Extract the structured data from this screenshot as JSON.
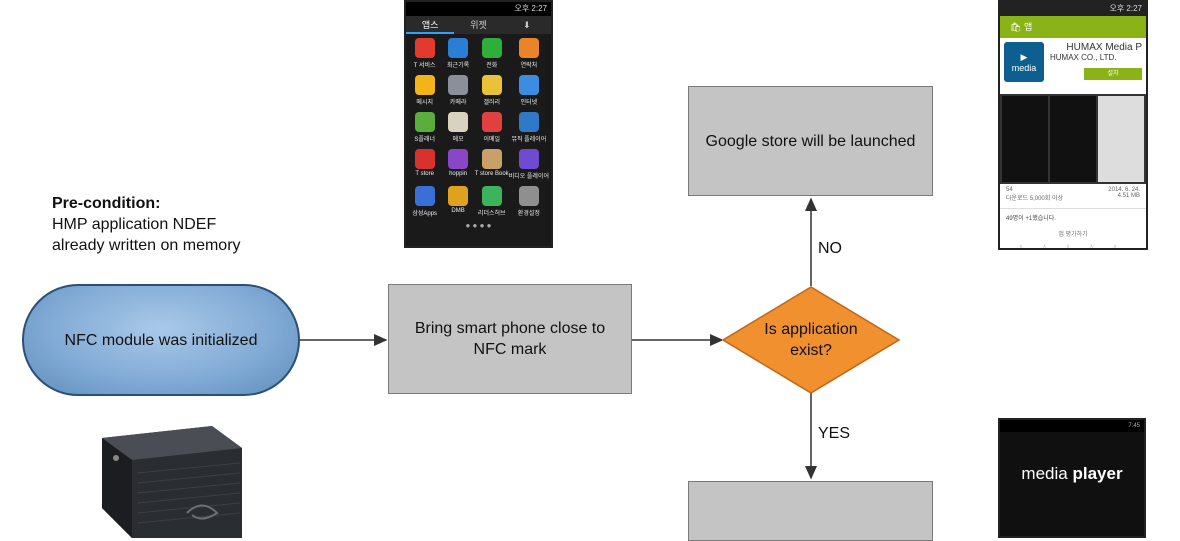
{
  "precondition": {
    "heading": "Pre-condition:",
    "line1": "HMP application NDEF",
    "line2": "already written on memory"
  },
  "nodes": {
    "start": "NFC module was initialized",
    "bring_line1": "Bring smart phone close to",
    "bring_line2": "NFC mark",
    "decision_line1": "Is application",
    "decision_line2": "exist?",
    "google": "Google store will be launched",
    "bottom": ""
  },
  "edges": {
    "no": "NO",
    "yes": "YES"
  },
  "phone_apps": {
    "status": "오후 2:27",
    "tab1": "앱스",
    "tab2": "위젯",
    "apps": [
      {
        "label": "T 서비스",
        "color": "#e23b2e"
      },
      {
        "label": "최근기록",
        "color": "#2a7fd4"
      },
      {
        "label": "전화",
        "color": "#2fae3b"
      },
      {
        "label": "연락처",
        "color": "#e8852a"
      },
      {
        "label": "메시지",
        "color": "#f2b416"
      },
      {
        "label": "카메라",
        "color": "#8a8f99"
      },
      {
        "label": "갤러리",
        "color": "#e9c23a"
      },
      {
        "label": "인터넷",
        "color": "#3a8de0"
      },
      {
        "label": "S플래너",
        "color": "#5aaf3c"
      },
      {
        "label": "메모",
        "color": "#d9d2c0"
      },
      {
        "label": "이메일",
        "color": "#e04040"
      },
      {
        "label": "뮤직 플레이어",
        "color": "#2f79c9"
      },
      {
        "label": "T store",
        "color": "#d9322e"
      },
      {
        "label": "hoppin",
        "color": "#8a46c8"
      },
      {
        "label": "T store Book",
        "color": "#c9a06a"
      },
      {
        "label": "비디오 플레이어",
        "color": "#6e4bd0"
      },
      {
        "label": "삼성Apps",
        "color": "#3a6fd6"
      },
      {
        "label": "DMB",
        "color": "#e0a11f"
      },
      {
        "label": "리더스허브",
        "color": "#3db35a"
      },
      {
        "label": "환경설정",
        "color": "#8f8f8f"
      }
    ],
    "dots": "● ● ● ●"
  },
  "phone_store": {
    "status": "오후 2:27",
    "bar_label": "앱",
    "app_title": "HUMAX Media P",
    "developer": "HUMAX CO., LTD.",
    "logo_text": "media",
    "install": "설치",
    "rating_count": "54",
    "downloads": "다운로드 5,000회 이상",
    "date": "2014. 6. 24.",
    "size": "4.51 MB",
    "plusone": "49명이 +1했습니다.",
    "rate_label": "앱 평가하기",
    "stars": "☆☆☆☆☆"
  },
  "phone_player": {
    "status": "7:45",
    "brand_a": "media",
    "brand_b": "player"
  }
}
